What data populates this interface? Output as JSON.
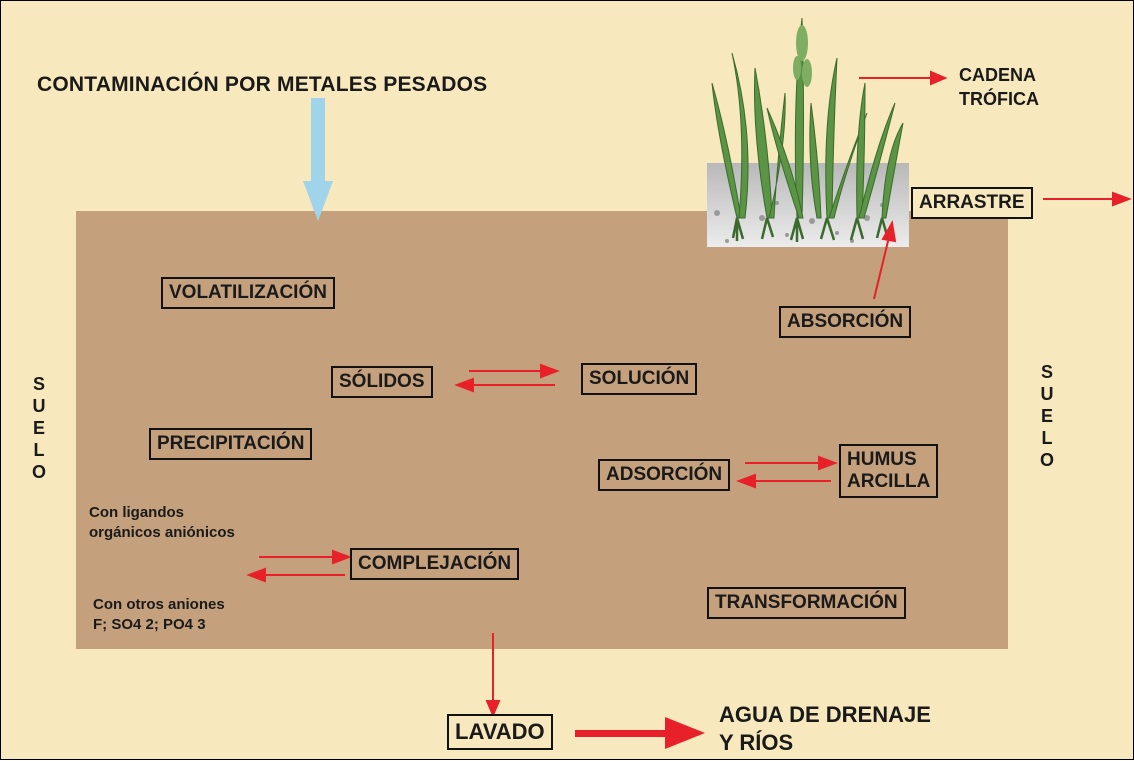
{
  "title": "CONTAMINACIÓN POR METALES PESADOS",
  "left_label": [
    "S",
    "U",
    "E",
    "L",
    "O"
  ],
  "right_label": [
    "S",
    "U",
    "E",
    "L",
    "O"
  ],
  "boxes": {
    "volatilizacion": "VOLATILIZACIÓN",
    "solidos": "SÓLIDOS",
    "solucion": "SOLUCIÓN",
    "precipitacion": "PRECIPITACIÓN",
    "adsorcion": "ADSORCIÓN",
    "humus": "HUMUS",
    "arcilla": "ARCILLA",
    "complejacion": "COMPLEJACIÓN",
    "transformacion": "TRANSFORMACIÓN",
    "absorcion": "ABSORCIÓN",
    "arrastre": "ARRASTRE",
    "lavado": "LAVADO"
  },
  "ligandos": {
    "line1": "Con ligandos",
    "line2": "orgánicos aniónicos"
  },
  "aniones": {
    "line1": "Con otros aniones",
    "line2": "F; SO4 2; PO4 3"
  },
  "cadena": {
    "line1": "CADENA",
    "line2": "TRÓFICA"
  },
  "agua": {
    "line1": "AGUA DE DRENAJE",
    "line2": "Y RÍOS"
  },
  "colors": {
    "background": "#f8e8bd",
    "soil": "#c4a07c",
    "arrow_red": "#e8202a",
    "arrow_blue": "#9fd4ea",
    "plant_green": "#4f8a3a"
  }
}
